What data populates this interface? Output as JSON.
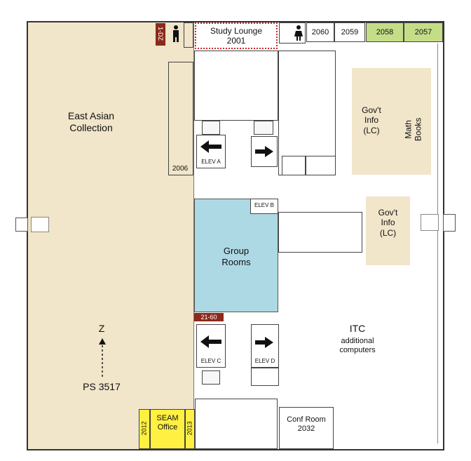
{
  "colors": {
    "east_asian": "#f1e5ca",
    "group_rooms": "#add9e4",
    "govinfo": "#f1e5ca",
    "room_green": "#c4dd87",
    "seam": "#fff042",
    "call_tag": "#8b2a1b",
    "study_border": "#cc2a2a"
  },
  "rooms": {
    "east_asian": {
      "line1": "East Asian",
      "line2": "Collection"
    },
    "study_lounge": {
      "line1": "Study Lounge",
      "line2": "2001"
    },
    "r2060": "2060",
    "r2059": "2059",
    "r2058": "2058",
    "r2057": "2057",
    "r2006": "2006",
    "group_rooms": {
      "line1": "Group",
      "line2": "Rooms"
    },
    "seam": {
      "line1": "SEAM",
      "line2": "Office"
    },
    "r2012": "2012",
    "r2013": "2013",
    "conf_room": {
      "line1": "Conf Room",
      "line2": "2032"
    },
    "itc": {
      "title": "ITC",
      "sub1": "additional",
      "sub2": "computers"
    }
  },
  "govinfo_top": {
    "line1": "Gov't",
    "line2": "Info",
    "line3": "(LC)"
  },
  "math_books": {
    "line1": "Math",
    "line2": "Books"
  },
  "govinfo_mid": {
    "line1": "Gov't",
    "line2": "Info",
    "line3": "(LC)"
  },
  "elevators": {
    "a": "ELEV A",
    "b": "ELEV B",
    "c": "ELEV C",
    "d": "ELEV D"
  },
  "call_tags": {
    "top": "1-DZ",
    "mid": "21-60"
  },
  "north": {
    "label": "Z",
    "call": "PS 3517"
  },
  "icons": [
    "restroom-icon",
    "stair-icon",
    "elevator-arrow-icon",
    "north-arrow-icon"
  ]
}
